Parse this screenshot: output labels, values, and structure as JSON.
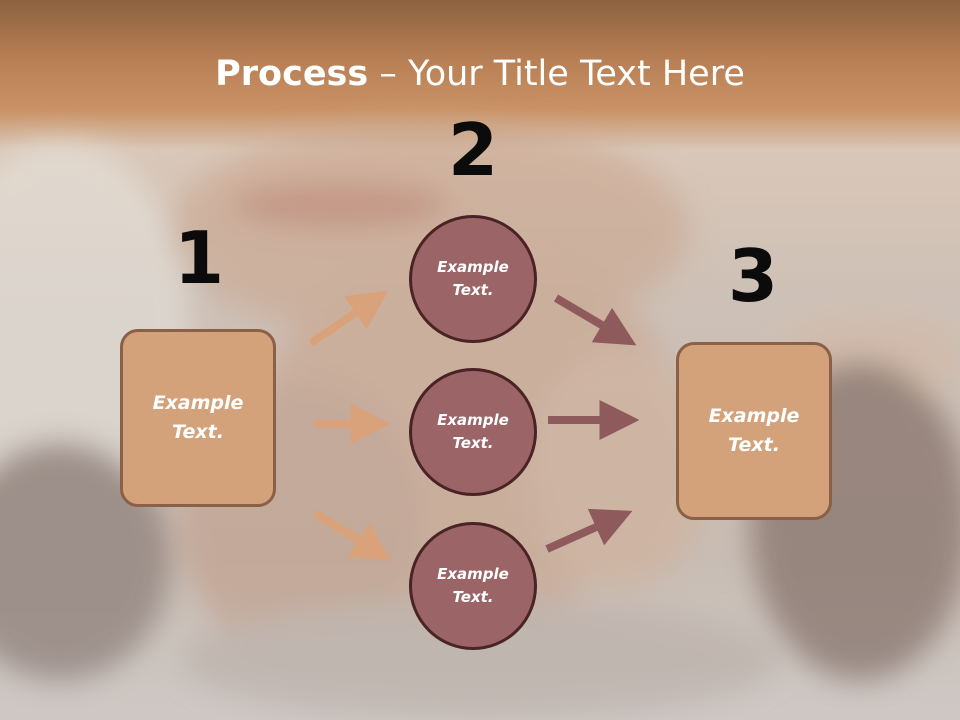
{
  "title": {
    "bold": "Process",
    "rest": " – Your Title Text Here"
  },
  "steps": {
    "one": {
      "number": "1",
      "label": "Example\nText."
    },
    "two": {
      "number": "2",
      "items": [
        "Example\nText.",
        "Example\nText.",
        "Example\nText."
      ]
    },
    "three": {
      "number": "3",
      "label": "Example\nText."
    }
  },
  "colors": {
    "box_fill": "#d4a27a",
    "box_border": "#8a6046",
    "circle_fill": "#9b6466",
    "circle_border": "#4a2324",
    "arrow_in": "#d9a27a",
    "arrow_out": "#8f5a5c"
  }
}
